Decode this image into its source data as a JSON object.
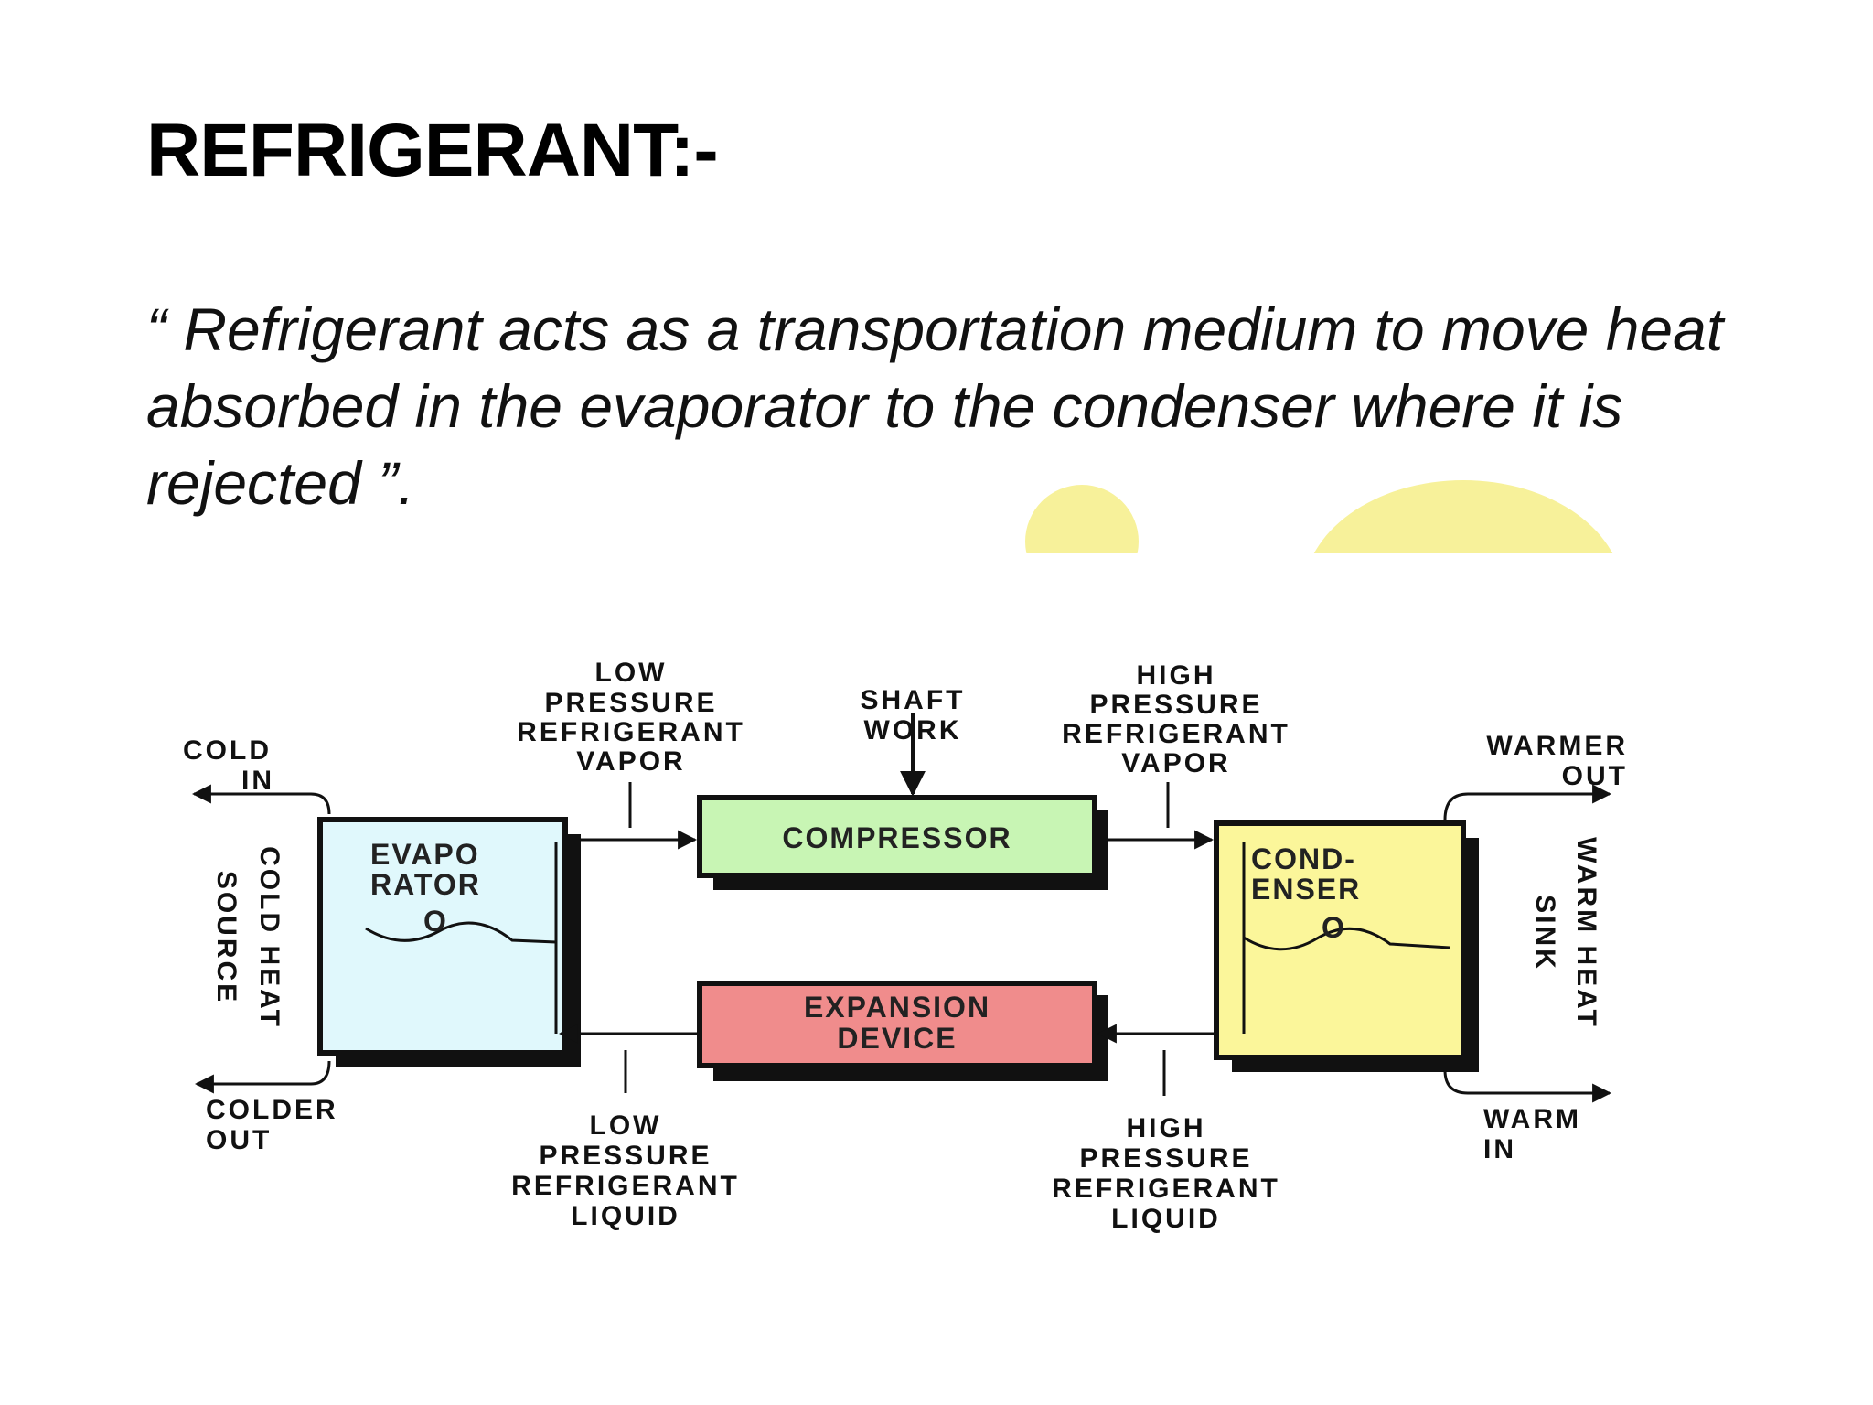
{
  "slide": {
    "title": "REFRIGERANT:-",
    "quote": "“ Refrigerant acts as a transportation medium to move heat absorbed in the evaporator to the condenser where it is rejected ”."
  },
  "diagram": {
    "evaporator": {
      "line1": "EVAPO",
      "line2": "RATOR",
      "line3": "O"
    },
    "compressor": "COMPRESSOR",
    "condenser": {
      "line1": "COND-",
      "line2": "ENSER",
      "line3": "O"
    },
    "expansion_device": {
      "line1": "EXPANSION",
      "line2": "DEVICE"
    },
    "labels": {
      "low_pressure_vapor": [
        "LOW",
        "PRESSURE",
        "REFRIGERANT",
        "VAPOR"
      ],
      "shaft_work": [
        "SHAFT",
        "WORK"
      ],
      "high_pressure_vapor": [
        "HIGH",
        "PRESSURE",
        "REFRIGERANT",
        "VAPOR"
      ],
      "cold_in": [
        "COLD",
        "IN"
      ],
      "colder_out": [
        "COLDER",
        "OUT"
      ],
      "warmer_out": [
        "WARMER",
        "OUT"
      ],
      "warm_in": [
        "WARM",
        "IN"
      ],
      "cold_heat_source": [
        "COLD HEAT",
        "SOURCE"
      ],
      "warm_heat_sink": [
        "WARM HEAT",
        "SINK"
      ],
      "low_pressure_liquid": [
        "LOW",
        "PRESSURE",
        "REFRIGERANT",
        "LIQUID"
      ],
      "high_pressure_liquid": [
        "HIGH",
        "PRESSURE",
        "REFRIGERANT",
        "LIQUID"
      ]
    },
    "colors": {
      "evaporator_fill": "#e0f8fc",
      "compressor_fill": "#c8f5b4",
      "condenser_fill": "#fbf69a",
      "expansion_fill": "#f08c8c",
      "decor_yellow": "#f7f19a"
    }
  }
}
